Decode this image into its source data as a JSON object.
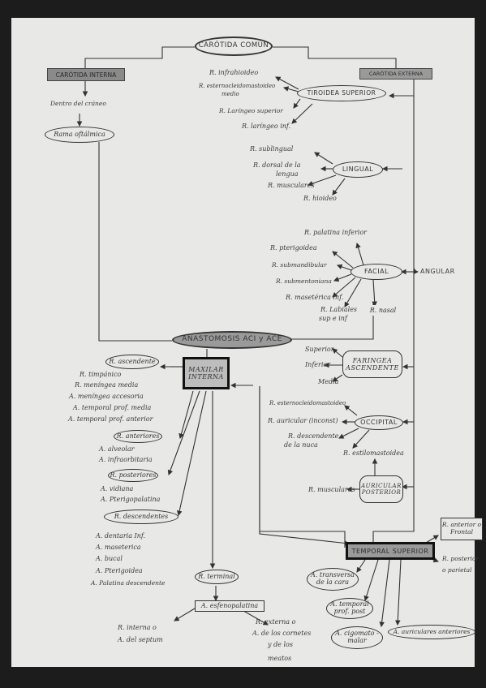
{
  "title": "CARÓTIDA COMÚN",
  "nodes": {
    "carotida_interna": "CARÓTIDA INTERNA",
    "carotida_externa": "CARÓTIDA EXTERNA",
    "dentro_craneo": "Dentro del cráneo",
    "rama_oftalmica": "Rama oftálmica",
    "tiroidea_superior": "TIROIDEA SUPERIOR",
    "lingual": "LINGUAL",
    "facial": "FACIAL",
    "angular": "ANGULAR",
    "anastomosis": "ANASTOMOSIS ACI y ACE",
    "faringea_ascendente": "FARINGEA ASCENDENTE",
    "maxilar_interna": "MAXILAR INTERNA",
    "occipital": "OCCIPITAL",
    "auricular_posterior": "AURICULAR POSTERIOR",
    "temporal_superior": "TEMPORAL SUPERIOR",
    "r_terminal": "R. terminal",
    "a_esfenopalatina": "A. esfenopalatina"
  },
  "tiroidea_branches": [
    "R. infrahioideo",
    "R. esternocleidomastoideo",
    "medio",
    "R. Laríngeo superior",
    "R. laríngeo inf."
  ],
  "lingual_branches": [
    "R. sublingual",
    "R. dorsal de la",
    "lengua",
    "R. musculares",
    "R. hioideo"
  ],
  "facial_branches": [
    "R. palatina inferior",
    "R. pterigoidea",
    "R. submandibular",
    "R. submentoniana",
    "R. masetérica inf.",
    "R. Labiales",
    "sup e inf",
    "R. nasal"
  ],
  "faringea_branches": [
    "Superior",
    "Inferior",
    "Media"
  ],
  "ascendente_label": "R. ascendente",
  "ascendente_items": [
    "R. timpánico",
    "R. meníngea media",
    "A. meníngea accesoria",
    "A. temporal prof. media",
    "A. temporal prof. anterior"
  ],
  "anteriores_label": "R. anteriores",
  "anteriores_items": [
    "A. alveolar",
    "A. infraorbitaria"
  ],
  "posteriores_label": "R. posteriores",
  "posteriores_items": [
    "A. vidiana",
    "A. Pterigopalatina"
  ],
  "descendentes_label": "R. descendentes",
  "descendentes_items": [
    "A. dentaria Inf.",
    "A. maseterica",
    "A. bucal",
    "A. Pterigoidea",
    "A. Palatina descendente"
  ],
  "occipital_branches": [
    "R. esternocleidomastoideo",
    "R. auricular (inconst)",
    "R. descendente",
    "de la nuca",
    "R. estilomastoidea"
  ],
  "auricular_branch": "R. musculares",
  "temporal_branches": {
    "anterior": [
      "R. anterior o",
      "Frontal"
    ],
    "posterior": [
      "R. posterior",
      "o parietal"
    ],
    "transversa": [
      "A. transversa",
      "de la cara"
    ],
    "temporal_prof": [
      "A. temporal",
      "prof. post"
    ],
    "cigomato": [
      "A. cigomato -",
      "malar"
    ],
    "auriculares": "A. auriculares anteriores"
  },
  "esfenopalatina_branches": {
    "interna": [
      "R. interna o",
      "A. del septum"
    ],
    "externa": [
      "R. externa o",
      "A. de los cornetes",
      "y de los",
      "meatos"
    ]
  }
}
